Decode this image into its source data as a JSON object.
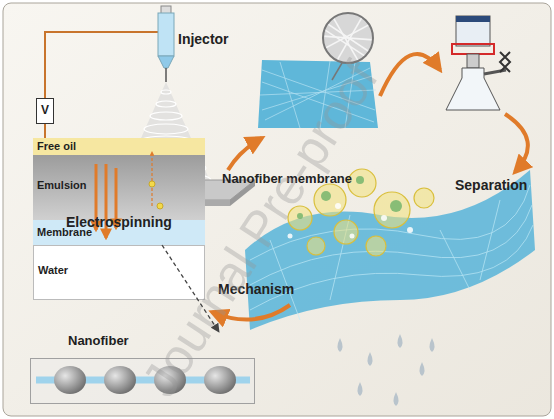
{
  "diagram": {
    "nodes": [
      {
        "text": [
          "V"
        ]
      },
      {
        "text": [
          "Free oil"
        ]
      },
      {
        "text": [
          "Emulsion"
        ]
      },
      {
        "text": [
          "Membrane"
        ]
      },
      {
        "text": [
          "Water"
        ]
      },
      {
        "text": [
          "Nanofiber"
        ]
      }
    ],
    "edges": [
      {
        "from": 3,
        "to": 5,
        "arrow": "to"
      }
    ],
    "labels": [
      "Injector",
      "Electrospinning",
      "Nanofiber membrane",
      "Separation",
      "Mechanism",
      "Journal Pre-proof"
    ]
  }
}
